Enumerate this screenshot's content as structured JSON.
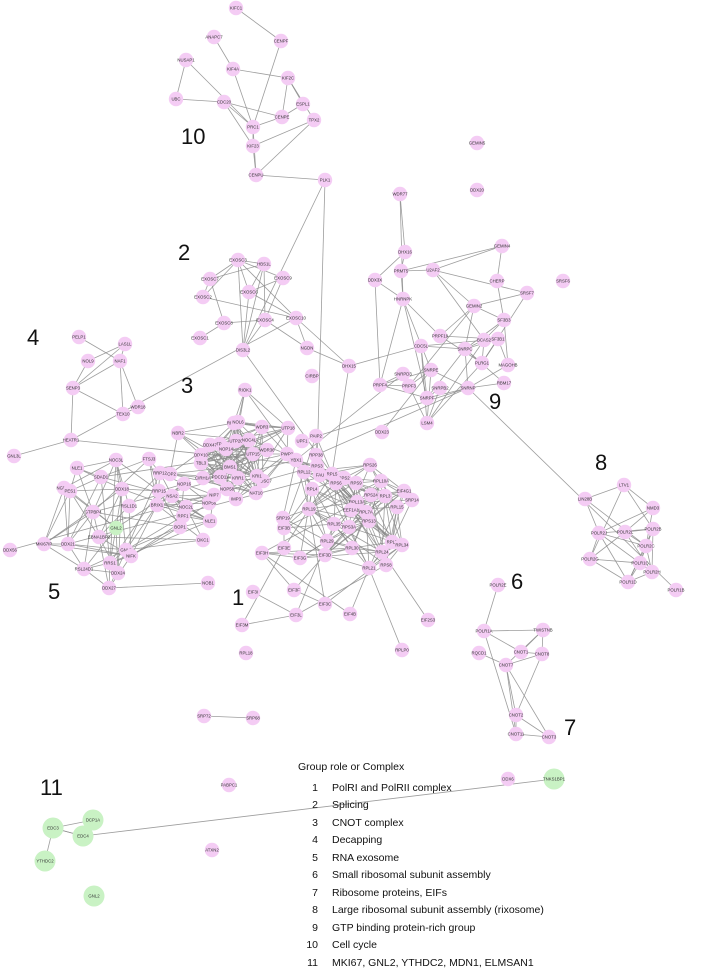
{
  "colors": {
    "default_node": "#f4ccf4",
    "highlight_node": "#c9f2c4",
    "edge": "#8c8c8c"
  },
  "legend": {
    "title": "Group role or Complex",
    "rows": [
      {
        "num": "1",
        "label": "PolRI and PolRII complex"
      },
      {
        "num": "2",
        "label": "Splicing"
      },
      {
        "num": "3",
        "label": "CNOT complex"
      },
      {
        "num": "4",
        "label": "Decapping"
      },
      {
        "num": "5",
        "label": "RNA exosome"
      },
      {
        "num": "6",
        "label": "Small ribosomal subunit assembly"
      },
      {
        "num": "7",
        "label": "Ribosome proteins, EIFs"
      },
      {
        "num": "8",
        "label": "Large ribosomal subunit assembly (rixosome)"
      },
      {
        "num": "9",
        "label": "GTP binding protein-rich group"
      },
      {
        "num": "10",
        "label": "Cell cycle"
      },
      {
        "num": "11",
        "label": "MKI67, GNL2, YTHDC2, MDN1, ELMSAN1"
      }
    ]
  },
  "cluster_labels": [
    "1",
    "2",
    "3",
    "4",
    "5",
    "6",
    "7",
    "8",
    "9",
    "10",
    "11"
  ],
  "nodes": [
    "KIFC1",
    "CENPF",
    "ANAPC7",
    "NUSAP1",
    "KIF4A",
    "KIF2C",
    "UBC",
    "CDC20",
    "ESPL1",
    "CENPE",
    "PRC1",
    "TPX2",
    "KIF23",
    "CENPU",
    "PLK1",
    "GEMIN5",
    "DDX20",
    "GEMIN4",
    "WDR77",
    "DHX16",
    "U2AF2",
    "SRSF6",
    "PRMT5",
    "CHERP",
    "SRSF7",
    "DDX3X",
    "HNRNPK",
    "GEMIN2",
    "SF3B3",
    "SF3B1",
    "CDC5L",
    "PRPF19",
    "SNRPC",
    "BCAS2",
    "PLRG1",
    "MAGOHB",
    "SNRPD3",
    "SNRPE",
    "SNRPB2",
    "RBM17",
    "PRPF4",
    "PRPF3",
    "SNRPF",
    "LSM4",
    "DDX23",
    "SNRNP",
    "EXOSC3",
    "HBS1L",
    "EXOSC7",
    "EXOSC9",
    "EXOSC6",
    "EXOSC2",
    "EXOSC8",
    "EXOSC4",
    "EXOSC1",
    "EXOSC10",
    "DIS3L2",
    "NGDN",
    "DHX15",
    "PELP1",
    "LAS1L",
    "NOL9",
    "NAF1",
    "SENP3",
    "TEX10",
    "WDR18",
    "RIOK1",
    "CIRBP",
    "UTP20",
    "WDR3",
    "NOC4L",
    "UTP15",
    "UTP18",
    "PWP2",
    "UTP4A",
    "NOP14",
    "NBR2",
    "BMS1",
    "KRR1",
    "WDR36",
    "NAT10",
    "IMP3",
    "NOP58",
    "EXOSC7b",
    "DDX47",
    "DDX10",
    "TBL3",
    "CIRH1A",
    "PDCD11",
    "NOP2",
    "KRI1",
    "RRP7A",
    "NOL6",
    "HEATR1",
    "GNL3L",
    "NLE1",
    "NOC3L",
    "SDAD1",
    "DDX18",
    "FTSJ3",
    "RRP12",
    "NOP56",
    "NIP7",
    "NGDN2",
    "NSA2",
    "RSL1D1",
    "EBNA1BP2",
    "GNL3",
    "GNL2b",
    "BRIX1",
    "RPF1",
    "NOC2L",
    "NIFK",
    "RRS1",
    "MKI67IP",
    "DDX21",
    "DDX24",
    "DDX56",
    "RSL24D1",
    "DDX27",
    "RRP15",
    "PES1",
    "GTPBP4",
    "BOP1",
    "NOP16",
    "NLE1b",
    "DKC1",
    "NOB1",
    "RPP38",
    "YBX1",
    "RPS3",
    "RPL5",
    "RPS2",
    "FAU",
    "RPL12",
    "RPL4",
    "RPS9",
    "RPL10A",
    "RPS24",
    "RPL13A",
    "RPL7A",
    "RPL3",
    "RPL15",
    "RPL19",
    "RPS6",
    "RPL24",
    "RPS8",
    "RPS13",
    "RPS3A",
    "RPL29",
    "RPL35",
    "RPL30",
    "RPL21",
    "RPL7",
    "RPL34",
    "RPS26",
    "SRP14",
    "SRP19",
    "EIF3B",
    "EIF3C",
    "EIF3D",
    "EIF3E",
    "EIF3F",
    "EIF3G",
    "EIF3H",
    "EIF3I",
    "EIF3L",
    "EIF3M",
    "EIF4B",
    "EIF4G1",
    "EEF1A1",
    "EIF2S3",
    "RPLP0",
    "RPL18",
    "SRP72",
    "SRP68",
    "PABPC1",
    "ATXN2",
    "PAIP2",
    "UPF1",
    "LIN28B",
    "LTV1",
    "NMD3",
    "POLR2L",
    "POLR2B",
    "POLR2J",
    "POLR2C",
    "POLR2G",
    "POLR1C",
    "POLR2H",
    "POLR1D",
    "POLR1B",
    "POLR2E",
    "POLR1A",
    "TWISTNB",
    "CNOT1",
    "RQCD1",
    "CNOT8",
    "CNOT7",
    "CNOT2",
    "CNOT11",
    "CNOT3",
    "DDX6",
    "TNKS1BP1",
    "EDC3",
    "DCP1A",
    "EDC4",
    "YTHDC2",
    "GNL2",
    "MKI67",
    "MDN1",
    "ELMSAN1"
  ]
}
